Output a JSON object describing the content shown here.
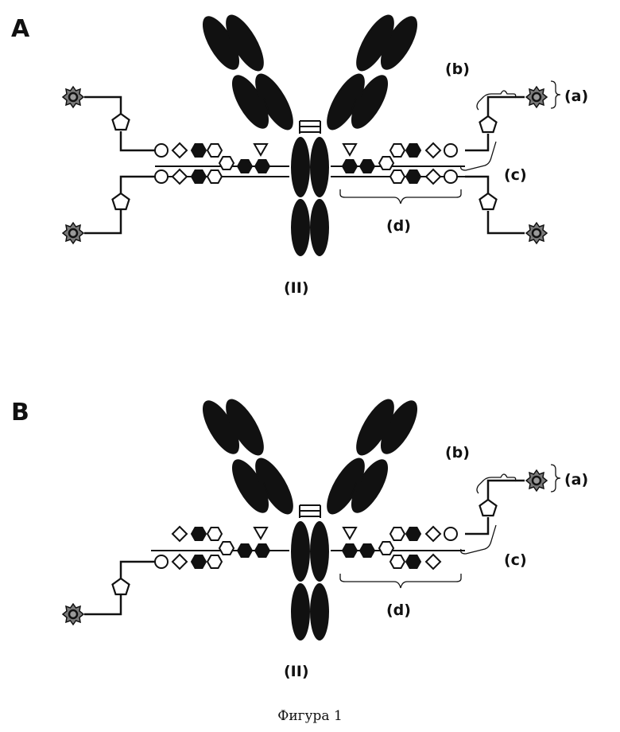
{
  "panels": [
    {
      "id": "A",
      "letter": "A",
      "compound_label": "(II)",
      "annotations": {
        "a": "(a)",
        "b": "(b)",
        "c": "(c)",
        "d": "(d)"
      },
      "glycan_arms": 4
    },
    {
      "id": "B",
      "letter": "B",
      "compound_label": "(II)",
      "annotations": {
        "a": "(a)",
        "b": "(b)",
        "c": "(c)",
        "d": "(d)"
      },
      "glycan_arms": 2
    }
  ],
  "caption": "Фигура 1",
  "legend_icons": [
    "antibody-heavy-chain-icon",
    "antibody-light-chain-icon",
    "hinge-icon",
    "payload-star-icon",
    "linker-pentagon-icon",
    "hexagon-open-icon",
    "hexagon-filled-icon",
    "diamond-icon",
    "circle-icon",
    "fucose-triangle-icon"
  ],
  "colors": {
    "ink": "#111111",
    "payload_fill": "#7a7a7a",
    "background": "#ffffff"
  }
}
